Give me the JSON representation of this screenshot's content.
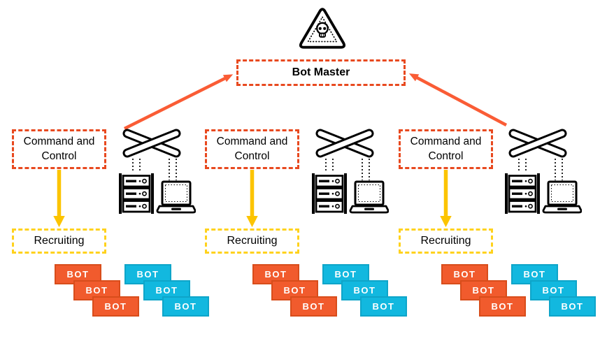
{
  "bot_master": {
    "label": "Bot Master"
  },
  "threat": {
    "icon": "skull-warning-triangle-icon"
  },
  "cluster_icons": [
    "switch-x-icon",
    "server-rack-icon",
    "laptop-icon"
  ],
  "arrows": {
    "to_bot_master": [
      "from-switch-1",
      "from-switch-3"
    ],
    "cnc_to_recruiting": [
      "column-1",
      "column-2",
      "column-3"
    ]
  },
  "columns": [
    {
      "cnc_label": "Command and Control",
      "recruiting_label": "Recruiting",
      "bots": [
        {
          "label": "BOT",
          "color": "orange"
        },
        {
          "label": "BOT",
          "color": "orange"
        },
        {
          "label": "BOT",
          "color": "orange"
        },
        {
          "label": "BOT",
          "color": "cyan"
        },
        {
          "label": "BOT",
          "color": "cyan"
        },
        {
          "label": "BOT",
          "color": "cyan"
        }
      ]
    },
    {
      "cnc_label": "Command and Control",
      "recruiting_label": "Recruiting",
      "bots": [
        {
          "label": "BOT",
          "color": "orange"
        },
        {
          "label": "BOT",
          "color": "orange"
        },
        {
          "label": "BOT",
          "color": "orange"
        },
        {
          "label": "BOT",
          "color": "cyan"
        },
        {
          "label": "BOT",
          "color": "cyan"
        },
        {
          "label": "BOT",
          "color": "cyan"
        }
      ]
    },
    {
      "cnc_label": "Command and Control",
      "recruiting_label": "Recruiting",
      "bots": [
        {
          "label": "BOT",
          "color": "orange"
        },
        {
          "label": "BOT",
          "color": "orange"
        },
        {
          "label": "BOT",
          "color": "orange"
        },
        {
          "label": "BOT",
          "color": "cyan"
        },
        {
          "label": "BOT",
          "color": "cyan"
        },
        {
          "label": "BOT",
          "color": "cyan"
        }
      ]
    }
  ],
  "colors": {
    "cnc_border": "#e8491f",
    "recruiting_border": "#ffd21e",
    "arrow_orange": "#fa5c35",
    "arrow_yellow": "#fcc400",
    "bot_orange_fill": "#f15b2d",
    "bot_orange_border": "#d84d1b",
    "bot_cyan_fill": "#12b8df",
    "bot_cyan_border": "#0ea5c9"
  }
}
